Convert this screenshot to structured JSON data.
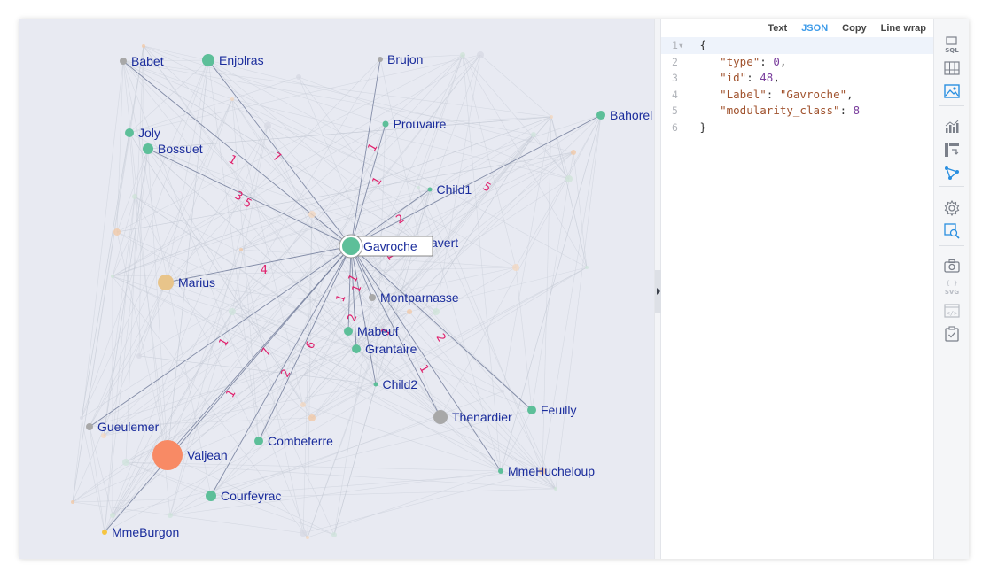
{
  "json_panel": {
    "tabs": [
      {
        "label": "Text",
        "active": false
      },
      {
        "label": "JSON",
        "active": true
      },
      {
        "label": "Copy",
        "active": false
      },
      {
        "label": "Line wrap",
        "active": false
      }
    ],
    "lines": [
      {
        "num": "1",
        "fold": "▾",
        "text": "{"
      },
      {
        "num": "2",
        "key": "\"type\"",
        "value": "0",
        "vtype": "num",
        "comma": ","
      },
      {
        "num": "3",
        "key": "\"id\"",
        "value": "48",
        "vtype": "num",
        "comma": ","
      },
      {
        "num": "4",
        "key": "\"Label\"",
        "value": "\"Gavroche\"",
        "vtype": "str",
        "comma": ","
      },
      {
        "num": "5",
        "key": "\"modularity_class\"",
        "value": "8",
        "vtype": "num",
        "comma": ""
      },
      {
        "num": "6",
        "fold": "",
        "text": "}"
      }
    ]
  },
  "sidebar": {
    "icons": [
      "sql-icon",
      "table-icon",
      "image-icon",
      "chart-icon",
      "pivot-icon",
      "graph-icon",
      "settings-icon",
      "inspect-icon",
      "camera-icon",
      "svg-export-icon",
      "embed-code-icon",
      "clipboard-icon"
    ],
    "active": [
      "image-icon",
      "graph-icon",
      "inspect-icon"
    ],
    "svg_text": "SVG",
    "sql_text": "SQL"
  },
  "graph": {
    "selected": "Gavroche",
    "nodes": [
      {
        "label": "Babet",
        "color": "#a8a8a8",
        "size": 4
      },
      {
        "label": "Enjolras",
        "color": "#5dbf99",
        "size": 7
      },
      {
        "label": "Brujon",
        "color": "#a8a8a8",
        "size": 3
      },
      {
        "label": "Bahorel",
        "color": "#5dbf99",
        "size": 5
      },
      {
        "label": "Joly",
        "color": "#5dbf99",
        "size": 5
      },
      {
        "label": "Bossuet",
        "color": "#5dbf99",
        "size": 6
      },
      {
        "label": "Prouvaire",
        "color": "#5dbf99",
        "size": 3.5
      },
      {
        "label": "Child1",
        "color": "#5dbf99",
        "size": 2.5
      },
      {
        "label": "Gavroche",
        "color": "#5dbf99",
        "size": 10
      },
      {
        "label": "Javert",
        "color": "#a8a8a8",
        "size": 0
      },
      {
        "label": "Marius",
        "color": "#e8c48a",
        "size": 9
      },
      {
        "label": "Montparnasse",
        "color": "#a8a8a8",
        "size": 4
      },
      {
        "label": "Mabeuf",
        "color": "#5dbf99",
        "size": 5
      },
      {
        "label": "Grantaire",
        "color": "#5dbf99",
        "size": 5
      },
      {
        "label": "Child2",
        "color": "#5dbf99",
        "size": 2.5
      },
      {
        "label": "Thenardier",
        "color": "#a8a8a8",
        "size": 8
      },
      {
        "label": "Feuilly",
        "color": "#5dbf99",
        "size": 5
      },
      {
        "label": "Gueulemer",
        "color": "#a8a8a8",
        "size": 4
      },
      {
        "label": "Valjean",
        "color": "#f88a65",
        "size": 17
      },
      {
        "label": "Combeferre",
        "color": "#5dbf99",
        "size": 5
      },
      {
        "label": "MmeHucheloup",
        "color": "#5dbf99",
        "size": 3
      },
      {
        "label": "Courfeyrac",
        "color": "#5dbf99",
        "size": 6
      },
      {
        "label": "MmeBurgon",
        "color": "#f5c542",
        "size": 3
      }
    ],
    "edge_labels": [
      "1",
      "7",
      "1",
      "1",
      "5",
      "3",
      "5",
      "2",
      "4",
      "1",
      "1",
      "1",
      "1",
      "2",
      "1",
      "2",
      "1",
      "1",
      "6",
      "7",
      "2",
      "1"
    ]
  }
}
